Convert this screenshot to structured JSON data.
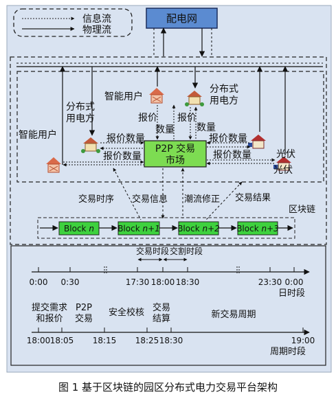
{
  "legend": {
    "info_flow": "信息流",
    "physical_flow": "物理流"
  },
  "grid": "配电网",
  "market": {
    "line1": "P2P 交易",
    "line2": "市场"
  },
  "users": {
    "smart_user_top": "智能用户",
    "smart_user_left": "智能用户",
    "dist_left": [
      "分布式",
      "用电方"
    ],
    "dist_right": [
      "分布式",
      "用电方"
    ],
    "pv_top": "光伏",
    "pv_bottom": "光伏"
  },
  "flow_labels": {
    "bid_qty": "报价数量",
    "bid": "报价",
    "qty": "数量"
  },
  "chain_labels": {
    "time_order": "交易时序",
    "trade_info": "交易信息",
    "flow_correction": "潮流修正",
    "trade_result": "交易结果",
    "blockchain": "区块链"
  },
  "blocks": [
    {
      "label": "Block ",
      "suffix": "n"
    },
    {
      "label": "Block ",
      "suffix": "n+1"
    },
    {
      "label": "Block ",
      "suffix": "n+2"
    },
    {
      "label": "Block ",
      "suffix": "n+3"
    }
  ],
  "timeline1": {
    "segments": [
      "交易时段",
      "交割时段"
    ],
    "ticks": [
      "0:00",
      "0:30",
      "17:30",
      "18:00",
      "18:30",
      "23:30",
      "0:00"
    ],
    "label": "日时段"
  },
  "timeline2": {
    "phases": [
      {
        "lines": [
          "提交需求",
          "和报价"
        ]
      },
      {
        "lines": [
          "P2P",
          "交易"
        ]
      },
      {
        "lines": [
          "安全校核"
        ]
      },
      {
        "lines": [
          "交易",
          "结算"
        ]
      },
      {
        "lines": [
          "新交易周期"
        ]
      }
    ],
    "ticks": [
      "18:00",
      "18:05",
      "18:15",
      "18:25",
      "18:30",
      "19:00"
    ],
    "label": "周期时段"
  },
  "caption": "图 1 基于区块链的园区分布式电力交易平台架构",
  "colors": {
    "background": "#d9e3f1",
    "grid_box": "#5b8bd1",
    "market_box": "#7ddc52",
    "block_box": "#3ed13e"
  }
}
